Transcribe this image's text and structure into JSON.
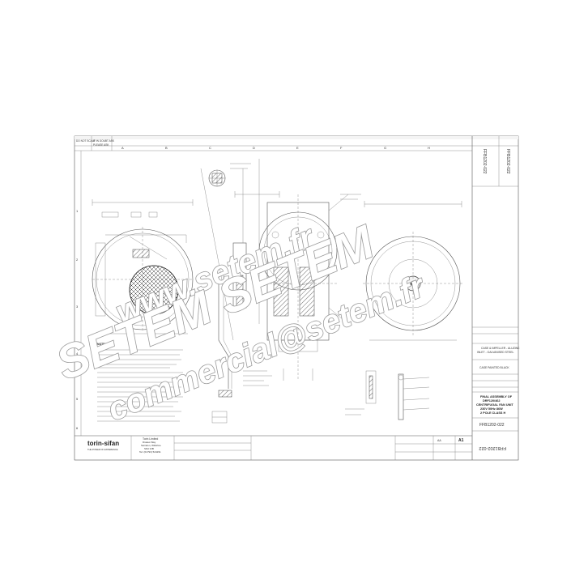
{
  "header": {
    "do_not_scale": "DO NOT SCALE",
    "if_in_doubt": "IF IN DOUBT ASK",
    "please_ask": "PLEASE ASK",
    "columns": [
      "A",
      "B",
      "C",
      "D",
      "E",
      "F",
      "G",
      "H"
    ],
    "rows": [
      "1",
      "2",
      "3",
      "4",
      "5",
      "6"
    ]
  },
  "drawing_number": "FFB1202-022",
  "drawing_number_rotated": "FFB1202-022",
  "drawing_number_bottom_rotated": "FFB1202-022",
  "title_block": {
    "material": "CASE & IMPELLER - ALUZINC",
    "material_2": "INLET - GALVANISED STEEL",
    "finish": "CASE PAINTED BLACK",
    "title_line1": "FINAL ASSEMBLY OF",
    "title_line2": "DRF120/462",
    "title_line3": "CENTRIFUGAL FAN UNIT",
    "title_line4": "230V 50Hz 86W",
    "title_line5": "2 POLE CLASS H",
    "sheet_size": "A1",
    "rev": "AA"
  },
  "company": {
    "logo": "torin-sifan",
    "tagline": "THE POWER OF EXPERIENCE",
    "name": "Torin Limited",
    "address1": "Drakes Way",
    "address2": "Swindon, Wiltshire",
    "address3": "SN3 3JB",
    "tel": "Tel: (01793) 524291"
  },
  "watermark": {
    "line1": "www.setem.fr",
    "line2": "SETEM SETEM",
    "line3": "commercial@setem.fr"
  },
  "notes_heading": "NOTES",
  "icons": {
    "logo": "torin-sifan-logo",
    "section_marker": "section-arrow-icon"
  }
}
